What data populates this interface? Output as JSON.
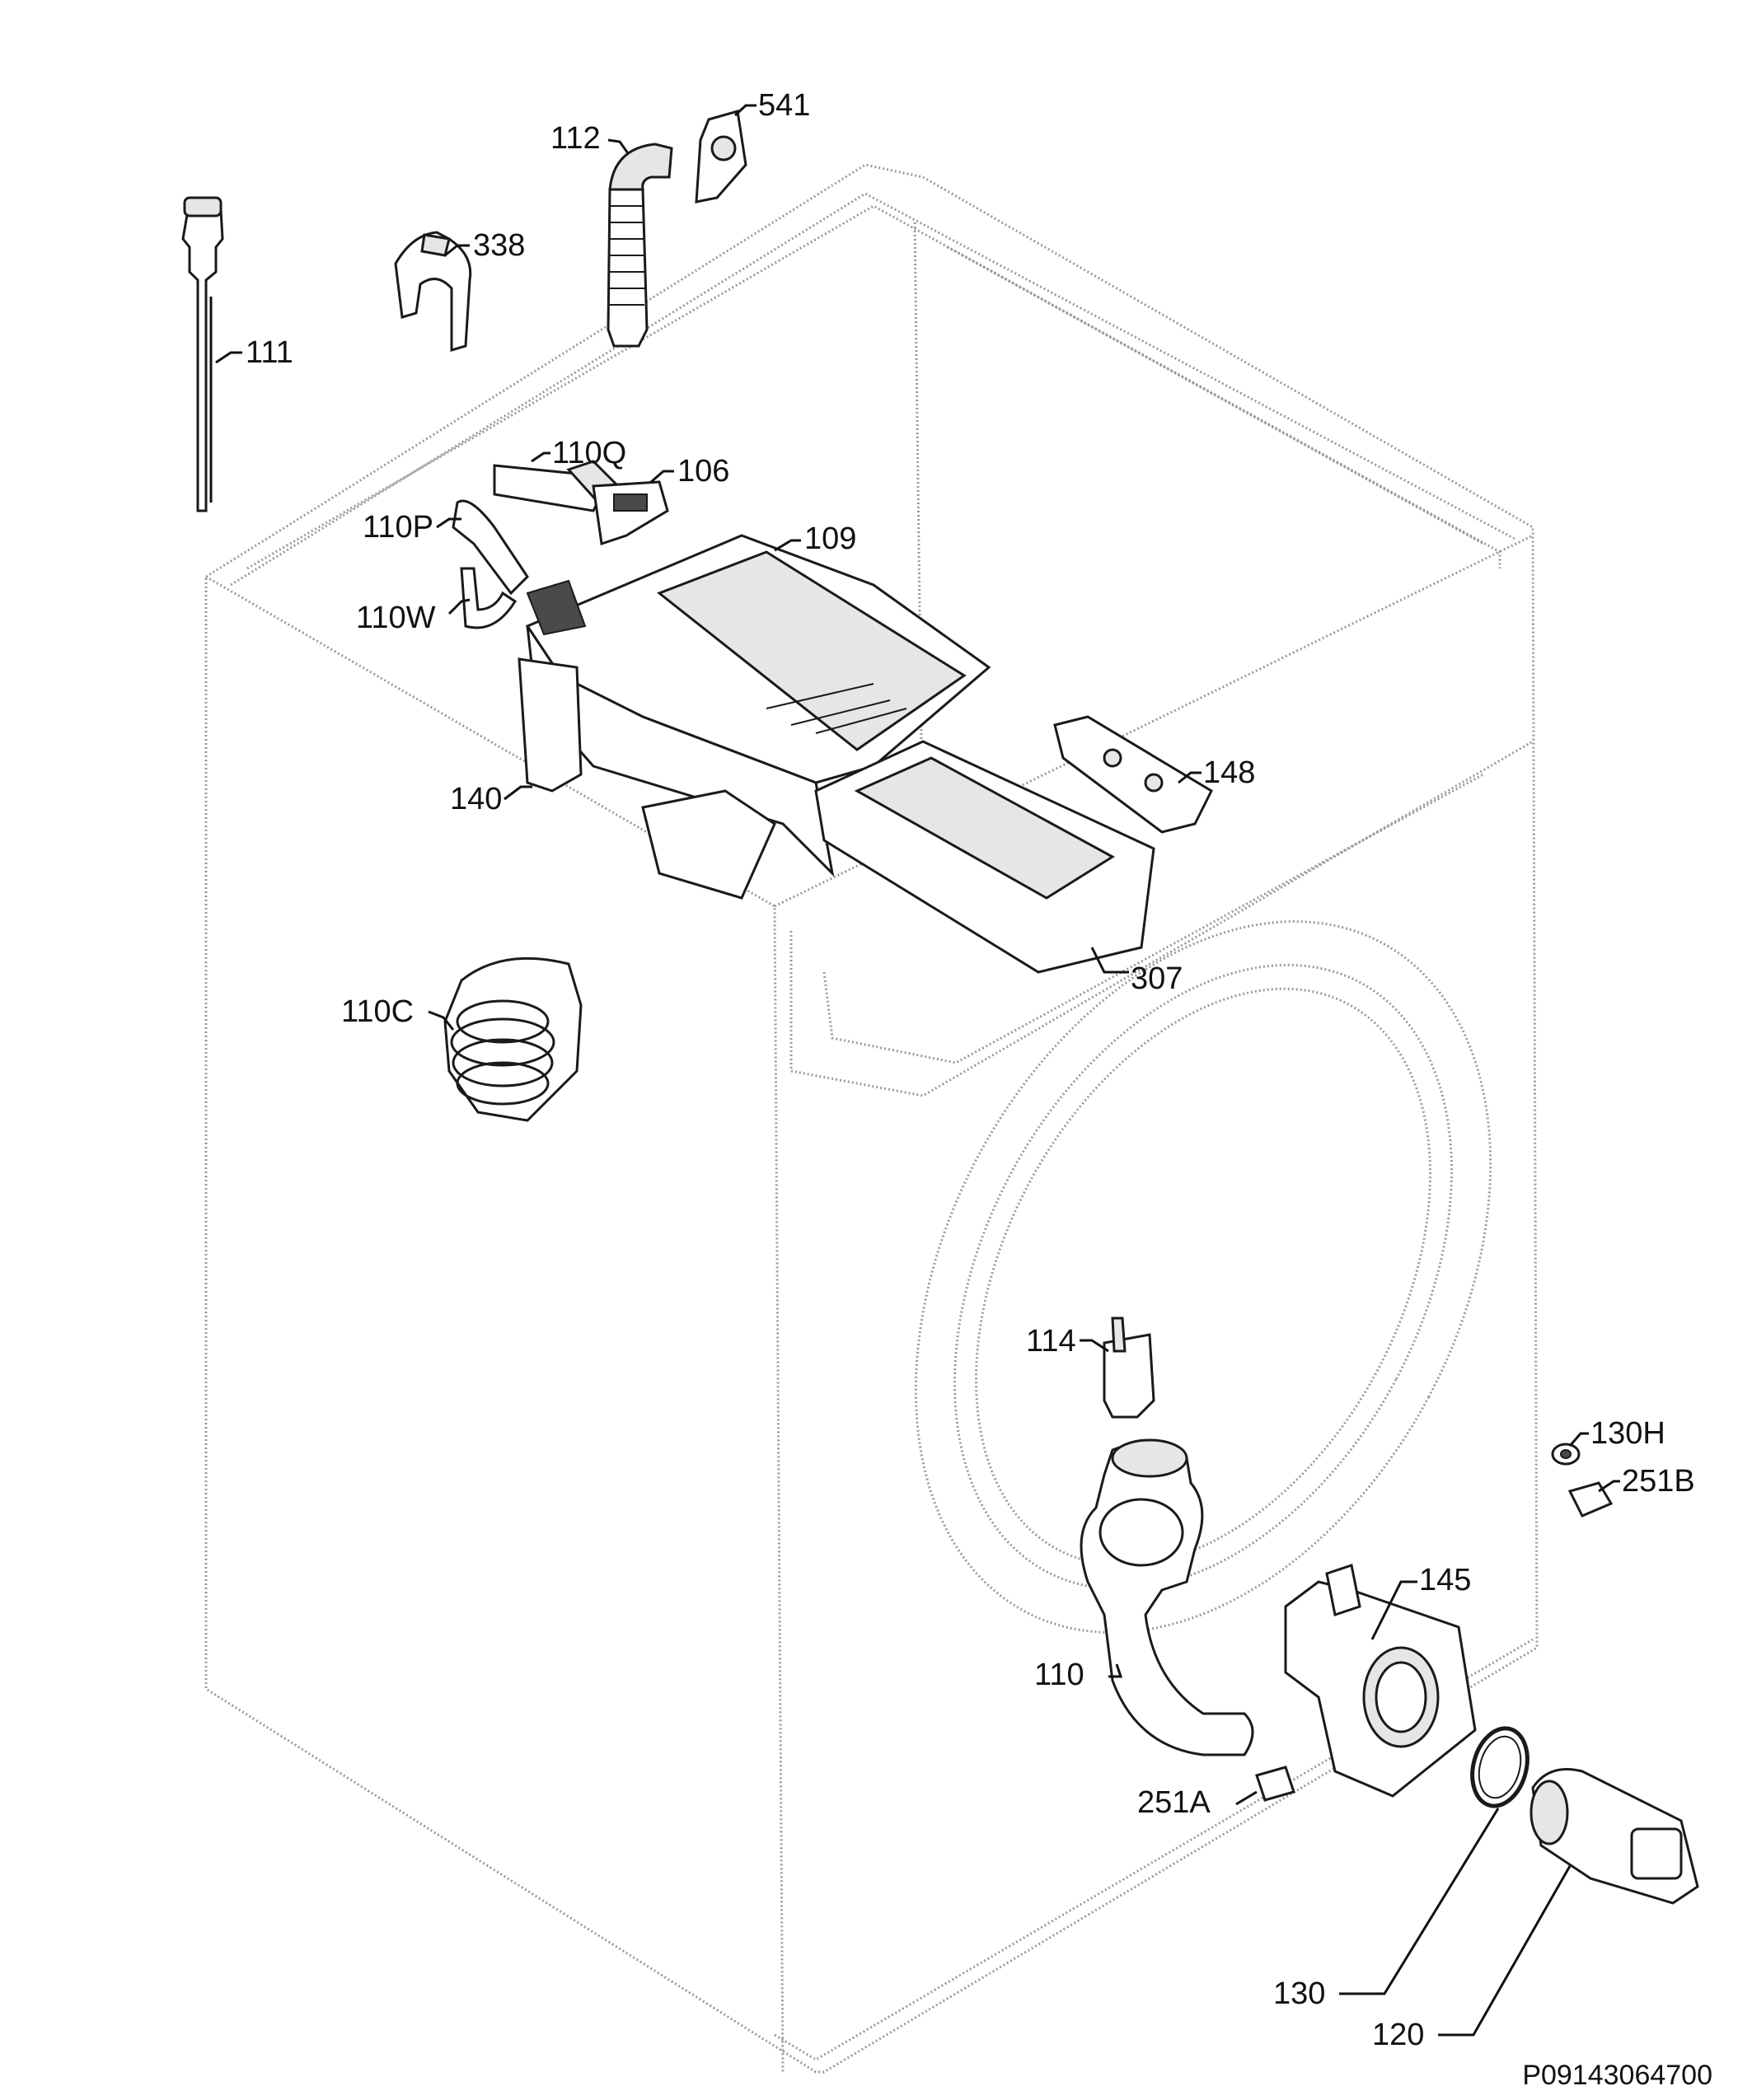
{
  "callouts": {
    "c541": "541",
    "c112": "112",
    "c338": "338",
    "c111": "111",
    "c110Q": "110Q",
    "c106": "106",
    "c110P": "110P",
    "c109": "109",
    "c110W": "110W",
    "c140": "140",
    "c148": "148",
    "c307": "307",
    "c110C": "110C",
    "c114": "114",
    "c130H": "130H",
    "c251B": "251B",
    "c145": "145",
    "c110": "110",
    "c251A": "251A",
    "c130": "130",
    "c120": "120"
  },
  "diagram_code": "P09143064700"
}
